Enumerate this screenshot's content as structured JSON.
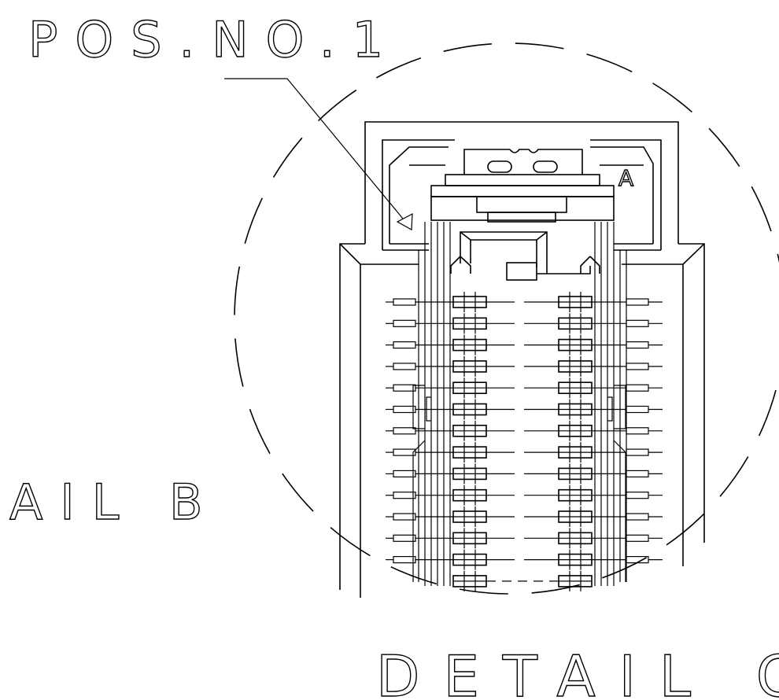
{
  "labels": {
    "pos_no": "POS.NO.1",
    "detail_b": "AIL B",
    "detail_c": "DETAIL C",
    "marker_a": "A"
  },
  "pin_rows": 14,
  "colors": {
    "ink": "#000000",
    "paper": "#ffffff"
  }
}
